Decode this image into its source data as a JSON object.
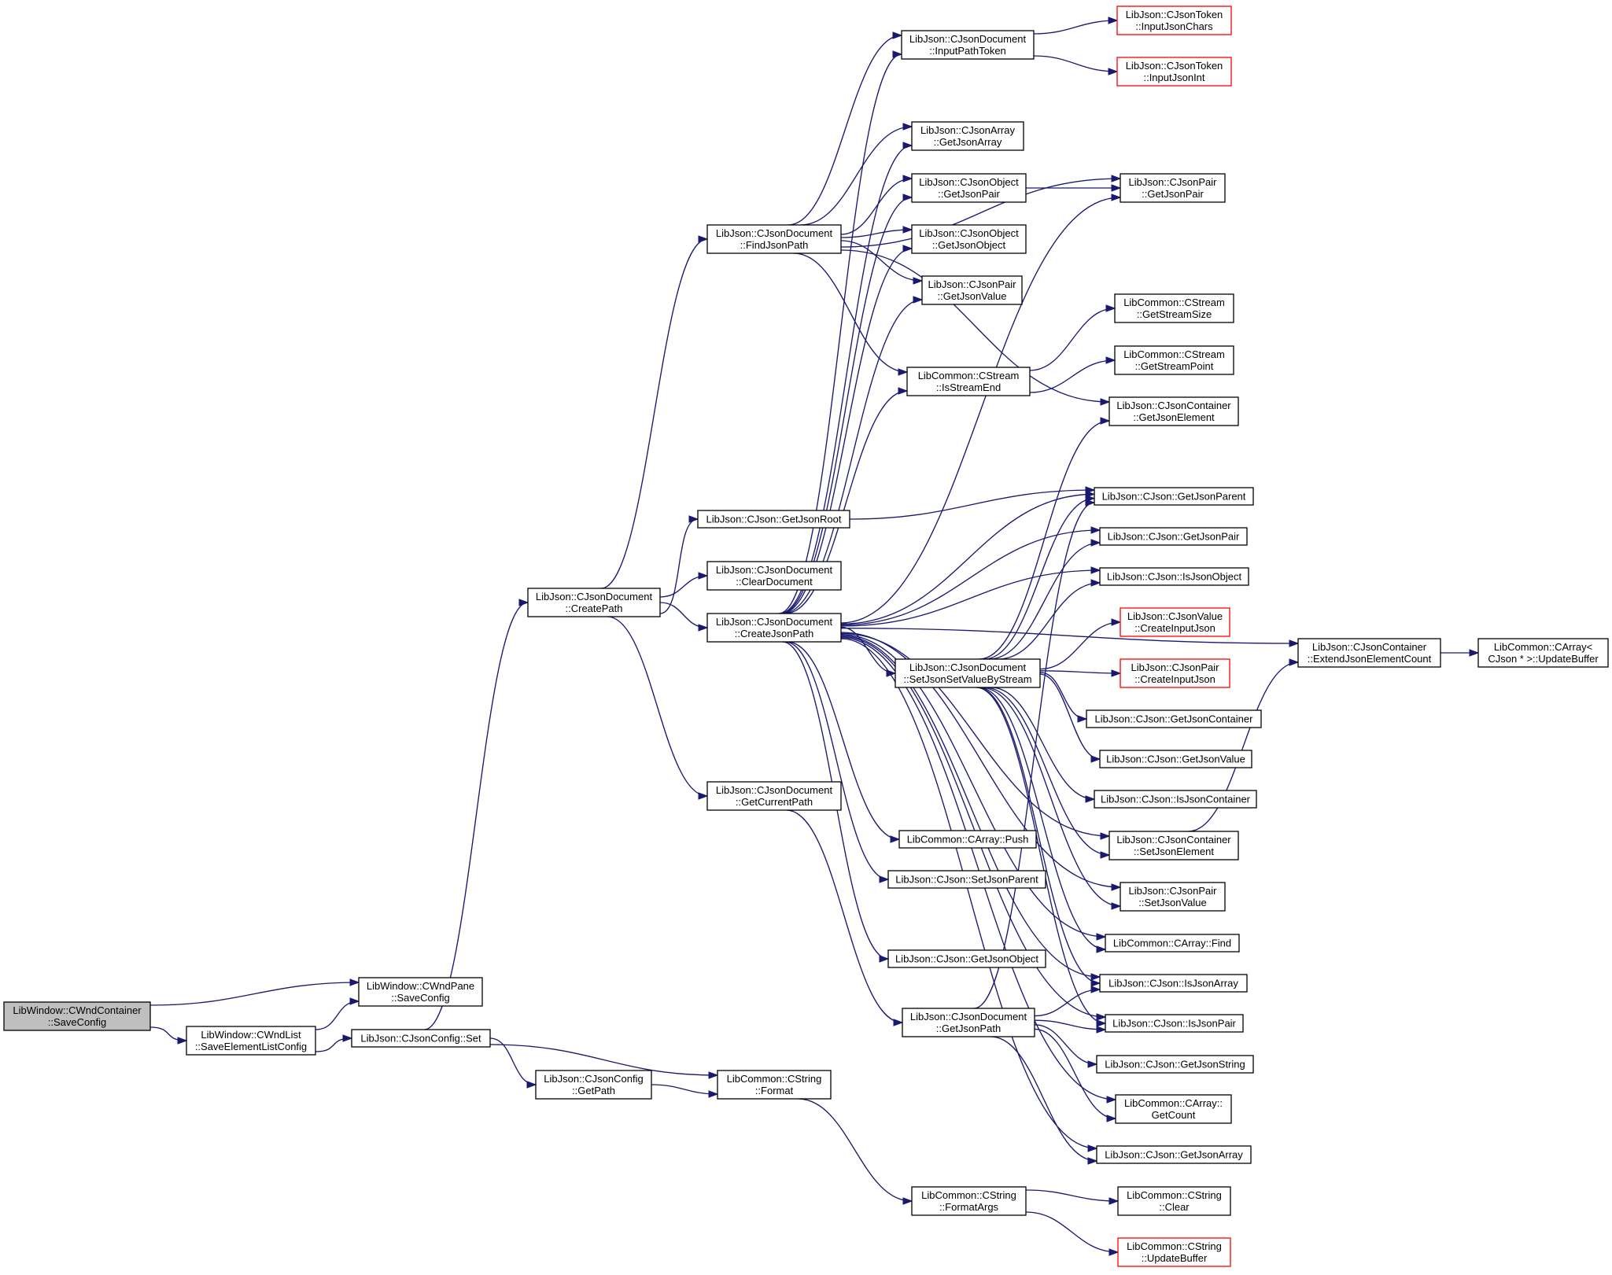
{
  "diagram": {
    "kind": "call-graph",
    "colors": {
      "edge": "#191970",
      "root_fill": "#bfbfbf",
      "border": "#000000",
      "external_border": "#ff0000"
    },
    "nodes": [
      {
        "id": "root",
        "lines": [
          "LibWindow::CWndContainer",
          "::SaveConfig"
        ],
        "style": "root"
      },
      {
        "id": "wndpane",
        "lines": [
          "LibWindow::CWndPane",
          "::SaveConfig"
        ]
      },
      {
        "id": "wndlist",
        "lines": [
          "LibWindow::CWndList",
          "::SaveElementListConfig"
        ]
      },
      {
        "id": "cfgset",
        "lines": [
          "LibJson::CJsonConfig::Set"
        ]
      },
      {
        "id": "getpath",
        "lines": [
          "LibJson::CJsonConfig",
          "::GetPath"
        ]
      },
      {
        "id": "format",
        "lines": [
          "LibCommon::CString",
          "::Format"
        ]
      },
      {
        "id": "formatargs",
        "lines": [
          "LibCommon::CString",
          "::FormatArgs"
        ]
      },
      {
        "id": "strclear",
        "lines": [
          "LibCommon::CString",
          "::Clear"
        ]
      },
      {
        "id": "strupdate",
        "lines": [
          "LibCommon::CString",
          "::UpdateBuffer"
        ],
        "style": "ext"
      },
      {
        "id": "createpath",
        "lines": [
          "LibJson::CJsonDocument",
          "::CreatePath"
        ]
      },
      {
        "id": "findjsonpath",
        "lines": [
          "LibJson::CJsonDocument",
          "::FindJsonPath"
        ]
      },
      {
        "id": "getjsonroot",
        "lines": [
          "LibJson::CJson::GetJsonRoot"
        ]
      },
      {
        "id": "cleardoc",
        "lines": [
          "LibJson::CJsonDocument",
          "::ClearDocument"
        ]
      },
      {
        "id": "createjsonpath",
        "lines": [
          "LibJson::CJsonDocument",
          "::CreateJsonPath"
        ]
      },
      {
        "id": "getcurrentpath",
        "lines": [
          "LibJson::CJsonDocument",
          "::GetCurrentPath"
        ]
      },
      {
        "id": "inputpathtoken",
        "lines": [
          "LibJson::CJsonDocument",
          "::InputPathToken"
        ]
      },
      {
        "id": "inputjsonchars",
        "lines": [
          "LibJson::CJsonToken",
          "::InputJsonChars"
        ],
        "style": "ext"
      },
      {
        "id": "inputjsonint",
        "lines": [
          "LibJson::CJsonToken",
          "::InputJsonInt"
        ],
        "style": "ext"
      },
      {
        "id": "arr_getjsonarray",
        "lines": [
          "LibJson::CJsonArray",
          "::GetJsonArray"
        ]
      },
      {
        "id": "obj_getjsonpair",
        "lines": [
          "LibJson::CJsonObject",
          "::GetJsonPair"
        ]
      },
      {
        "id": "pair_getjsonpair",
        "lines": [
          "LibJson::CJsonPair",
          "::GetJsonPair"
        ]
      },
      {
        "id": "obj_getjsonobject",
        "lines": [
          "LibJson::CJsonObject",
          "::GetJsonObject"
        ]
      },
      {
        "id": "pair_getjsonvalue",
        "lines": [
          "LibJson::CJsonPair",
          "::GetJsonValue"
        ]
      },
      {
        "id": "getstreamsize",
        "lines": [
          "LibCommon::CStream",
          "::GetStreamSize"
        ]
      },
      {
        "id": "getstreampoint",
        "lines": [
          "LibCommon::CStream",
          "::GetStreamPoint"
        ]
      },
      {
        "id": "isstreamend",
        "lines": [
          "LibCommon::CStream",
          "::IsStreamEnd"
        ]
      },
      {
        "id": "cont_getjsonelement",
        "lines": [
          "LibJson::CJsonContainer",
          "::GetJsonElement"
        ]
      },
      {
        "id": "getjsonparent",
        "lines": [
          "LibJson::CJson::GetJsonParent"
        ]
      },
      {
        "id": "cj_getjsonpair",
        "lines": [
          "LibJson::CJson::GetJsonPair"
        ]
      },
      {
        "id": "isjsonobject",
        "lines": [
          "LibJson::CJson::IsJsonObject"
        ]
      },
      {
        "id": "val_createinputjson",
        "lines": [
          "LibJson::CJsonValue",
          "::CreateInputJson"
        ],
        "style": "ext"
      },
      {
        "id": "pair_createinputjson",
        "lines": [
          "LibJson::CJsonPair",
          "::CreateInputJson"
        ],
        "style": "ext"
      },
      {
        "id": "setjsonsetvalue",
        "lines": [
          "LibJson::CJsonDocument",
          "::SetJsonSetValueByStream"
        ]
      },
      {
        "id": "getjsoncontainer",
        "lines": [
          "LibJson::CJson::GetJsonContainer"
        ]
      },
      {
        "id": "cj_getjsonvalue",
        "lines": [
          "LibJson::CJson::GetJsonValue"
        ]
      },
      {
        "id": "isjsoncontainer",
        "lines": [
          "LibJson::CJson::IsJsonContainer"
        ]
      },
      {
        "id": "cont_setjsonelement",
        "lines": [
          "LibJson::CJsonContainer",
          "::SetJsonElement"
        ]
      },
      {
        "id": "pair_setjsonvalue",
        "lines": [
          "LibJson::CJsonPair",
          "::SetJsonValue"
        ]
      },
      {
        "id": "carray_find",
        "lines": [
          "LibCommon::CArray::Find"
        ]
      },
      {
        "id": "isjsonarray",
        "lines": [
          "LibJson::CJson::IsJsonArray"
        ]
      },
      {
        "id": "isjsonpair",
        "lines": [
          "LibJson::CJson::IsJsonPair"
        ]
      },
      {
        "id": "getjsonstring",
        "lines": [
          "LibJson::CJson::GetJsonString"
        ]
      },
      {
        "id": "carray_getcount",
        "lines": [
          "LibCommon::CArray::",
          "GetCount"
        ]
      },
      {
        "id": "cj_getjsonarray",
        "lines": [
          "LibJson::CJson::GetJsonArray"
        ]
      },
      {
        "id": "carray_push",
        "lines": [
          "LibCommon::CArray::Push"
        ]
      },
      {
        "id": "setjsonparent",
        "lines": [
          "LibJson::CJson::SetJsonParent"
        ]
      },
      {
        "id": "cj_getjsonobject",
        "lines": [
          "LibJson::CJson::GetJsonObject"
        ]
      },
      {
        "id": "getjsonpath",
        "lines": [
          "LibJson::CJsonDocument",
          "::GetJsonPath"
        ]
      },
      {
        "id": "extendjsoncount",
        "lines": [
          "LibJson::CJsonContainer",
          "::ExtendJsonElementCount"
        ]
      },
      {
        "id": "carray_updatebuffer",
        "lines": [
          "LibCommon::CArray<",
          " CJson * >::UpdateBuffer"
        ]
      }
    ],
    "edges": [
      [
        "root",
        "wndpane"
      ],
      [
        "root",
        "wndlist"
      ],
      [
        "wndlist",
        "wndpane"
      ],
      [
        "wndlist",
        "cfgset"
      ],
      [
        "cfgset",
        "createpath"
      ],
      [
        "cfgset",
        "getpath"
      ],
      [
        "cfgset",
        "format"
      ],
      [
        "getpath",
        "format"
      ],
      [
        "format",
        "formatargs"
      ],
      [
        "formatargs",
        "strclear"
      ],
      [
        "formatargs",
        "strupdate"
      ],
      [
        "createpath",
        "findjsonpath"
      ],
      [
        "createpath",
        "cleardoc"
      ],
      [
        "createpath",
        "createjsonpath"
      ],
      [
        "createpath",
        "getcurrentpath"
      ],
      [
        "createpath",
        "getjsonroot"
      ],
      [
        "findjsonpath",
        "inputpathtoken"
      ],
      [
        "findjsonpath",
        "arr_getjsonarray"
      ],
      [
        "findjsonpath",
        "obj_getjsonpair"
      ],
      [
        "findjsonpath",
        "obj_getjsonobject"
      ],
      [
        "findjsonpath",
        "pair_getjsonvalue"
      ],
      [
        "findjsonpath",
        "isstreamend"
      ],
      [
        "findjsonpath",
        "pair_getjsonpair"
      ],
      [
        "findjsonpath",
        "cont_getjsonelement"
      ],
      [
        "inputpathtoken",
        "inputjsonchars"
      ],
      [
        "inputpathtoken",
        "inputjsonint"
      ],
      [
        "obj_getjsonpair",
        "pair_getjsonpair"
      ],
      [
        "isstreamend",
        "getstreamsize"
      ],
      [
        "isstreamend",
        "getstreampoint"
      ],
      [
        "getjsonroot",
        "getjsonparent"
      ],
      [
        "createjsonpath",
        "inputpathtoken"
      ],
      [
        "createjsonpath",
        "arr_getjsonarray"
      ],
      [
        "createjsonpath",
        "obj_getjsonpair"
      ],
      [
        "createjsonpath",
        "obj_getjsonobject"
      ],
      [
        "createjsonpath",
        "pair_getjsonvalue"
      ],
      [
        "createjsonpath",
        "isstreamend"
      ],
      [
        "createjsonpath",
        "pair_getjsonpair"
      ],
      [
        "createjsonpath",
        "getjsonparent"
      ],
      [
        "createjsonpath",
        "cj_getjsonpair"
      ],
      [
        "createjsonpath",
        "isjsonobject"
      ],
      [
        "createjsonpath",
        "setjsonsetvalue"
      ],
      [
        "createjsonpath",
        "extendjsoncount"
      ],
      [
        "createjsonpath",
        "carray_push"
      ],
      [
        "createjsonpath",
        "setjsonparent"
      ],
      [
        "createjsonpath",
        "cj_getjsonobject"
      ],
      [
        "createjsonpath",
        "pair_setjsonvalue"
      ],
      [
        "createjsonpath",
        "cont_setjsonelement"
      ],
      [
        "createjsonpath",
        "carray_find"
      ],
      [
        "createjsonpath",
        "isjsonarray"
      ],
      [
        "createjsonpath",
        "isjsonpair"
      ],
      [
        "createjsonpath",
        "carray_getcount"
      ],
      [
        "createjsonpath",
        "cj_getjsonarray"
      ],
      [
        "setjsonsetvalue",
        "cont_getjsonelement"
      ],
      [
        "setjsonsetvalue",
        "getjsonparent"
      ],
      [
        "setjsonsetvalue",
        "cj_getjsonpair"
      ],
      [
        "setjsonsetvalue",
        "isjsonobject"
      ],
      [
        "setjsonsetvalue",
        "val_createinputjson"
      ],
      [
        "setjsonsetvalue",
        "pair_createinputjson"
      ],
      [
        "setjsonsetvalue",
        "getjsoncontainer"
      ],
      [
        "setjsonsetvalue",
        "cj_getjsonvalue"
      ],
      [
        "setjsonsetvalue",
        "isjsoncontainer"
      ],
      [
        "setjsonsetvalue",
        "cont_setjsonelement"
      ],
      [
        "setjsonsetvalue",
        "pair_setjsonvalue"
      ],
      [
        "setjsonsetvalue",
        "carray_find"
      ],
      [
        "setjsonsetvalue",
        "isjsonarray"
      ],
      [
        "setjsonsetvalue",
        "isjsonpair"
      ],
      [
        "getcurrentpath",
        "getjsonpath"
      ],
      [
        "getjsonpath",
        "getjsonparent"
      ],
      [
        "getjsonpath",
        "isjsonarray"
      ],
      [
        "getjsonpath",
        "isjsonpair"
      ],
      [
        "getjsonpath",
        "getjsonstring"
      ],
      [
        "getjsonpath",
        "carray_getcount"
      ],
      [
        "getjsonpath",
        "cj_getjsonarray"
      ],
      [
        "cont_setjsonelement",
        "extendjsoncount"
      ],
      [
        "extendjsoncount",
        "carray_updatebuffer"
      ]
    ]
  }
}
